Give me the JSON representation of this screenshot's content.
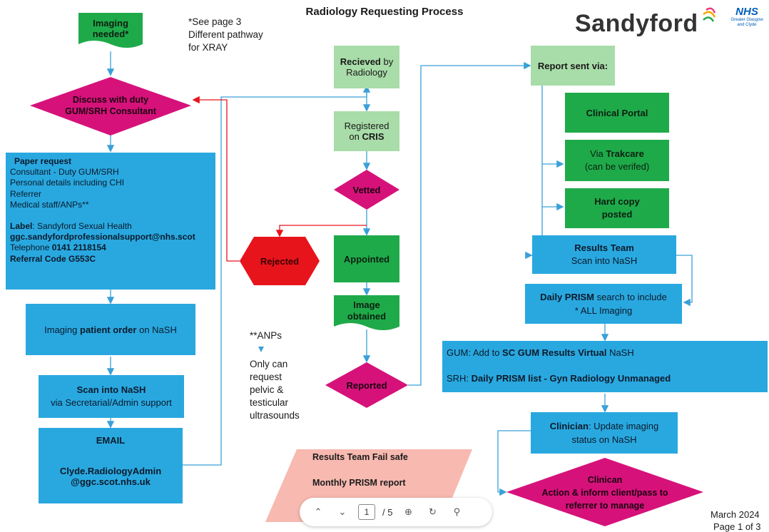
{
  "header": {
    "title": "Radiology Requesting Process",
    "brand": "Sandyford",
    "nhs_logo": {
      "mark": "NHS",
      "sub1": "Greater Glasgow",
      "sub2": "and Clyde"
    }
  },
  "footer": {
    "date": "March 2024",
    "page": "Page 1 of 3"
  },
  "notes": {
    "xray": [
      "*See page 3",
      "Different pathway",
      "for XRAY"
    ],
    "anps_title": "**ANPs",
    "anps_body": [
      "Only can",
      "request",
      "pelvic &",
      "testicular",
      "ultrasounds"
    ]
  },
  "left_column": {
    "imaging_needed": [
      "Imaging",
      "needed*"
    ],
    "discuss": [
      "Discuss with duty",
      "GUM/SRH Consultant"
    ],
    "paper_request": {
      "heading": "Paper request",
      "lines": [
        "Consultant - Duty GUM/SRH",
        "Personal details including CHI",
        "Referrer",
        "Medical staff/ANPs**"
      ],
      "label_key": "Label",
      "label_value": ": Sandyford Sexual Health",
      "email": "ggc.sandyfordprofessionalsupport@nhs.scot",
      "phone_prefix": "Telephone ",
      "phone": "0141 2118154",
      "referral_code": "Referral Code G553C"
    },
    "patient_order": {
      "pre": "Imaging ",
      "bold": "patient order",
      "post": " on NaSH"
    },
    "scan_nash": {
      "bold": "Scan into NaSH",
      "line2": "via Secretarial/Admin support"
    },
    "email_box": {
      "heading": "EMAIL",
      "line1": "Clyde.RadiologyAdmin",
      "line2": "@ggc.scot.nhs.uk"
    }
  },
  "middle_column": {
    "received": {
      "bold": "Recieved",
      "rest": " by",
      "line2": "Radiology"
    },
    "registered": {
      "line1": "Registered",
      "pre2": "on ",
      "bold2": "CRIS"
    },
    "vetted": "Vetted",
    "rejected": "Rejected",
    "appointed": "Appointed",
    "image_obtained": [
      "Image",
      "obtained"
    ],
    "reported": "Reported"
  },
  "right_column": {
    "report_sent": "Report sent via:",
    "clinical_portal": "Clinical Portal",
    "trakcare": {
      "pre": "Via ",
      "bold": "Trakcare",
      "line2": "(can be verifed)"
    },
    "hard_copy": [
      "Hard copy",
      "posted"
    ],
    "results_team": {
      "bold": "Results Team",
      "line2": "Scan into NaSH"
    },
    "daily_prism": {
      "bold": "Daily PRISM",
      "rest": " search to include",
      "line2": "*  ALL Imaging"
    },
    "gum_srh": {
      "gum_pre": "GUM: Add to ",
      "gum_bold": "SC GUM Results Virtual",
      "gum_post": " NaSH",
      "srh_pre": "SRH: ",
      "srh_bold": "Daily PRISM list - Gyn Radiology Unmanaged"
    },
    "clinician": {
      "bold": "Clinician",
      "rest": ": Update imaging",
      "line2": "status on NaSH"
    },
    "clinican_action": [
      "Clinican",
      "Action & inform client/pass to",
      "referrer to manage"
    ]
  },
  "failsafe": {
    "line1": "Results Team Fail safe",
    "line2": "Monthly PRISM report"
  },
  "viewer_toolbar": {
    "page_current": "1",
    "page_total": "/ 5"
  },
  "colors": {
    "magenta": "#d6127a",
    "blue": "#29a8e0",
    "green": "#1faa4a",
    "light_green": "#a8dca8",
    "red": "#e8141c",
    "pink": "#f7b9b0",
    "connector": "#3aa0d8"
  }
}
